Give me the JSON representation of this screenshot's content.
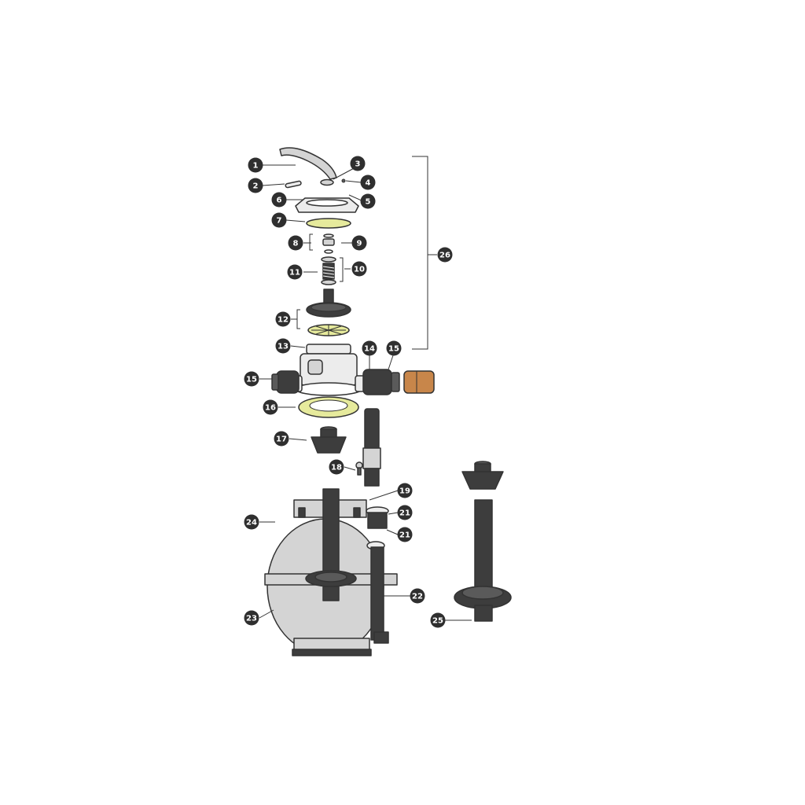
{
  "diagram": {
    "colors": {
      "line": "#333333",
      "dark": "#3d3d3d",
      "mid": "#5a5a5a",
      "light_gray": "#d4d4d4",
      "pale": "#ececec",
      "gasket": "#e6ea9c",
      "union": "#c8864a",
      "callout": "#2f2f2f"
    },
    "callouts": [
      {
        "id": "c1",
        "label": "1"
      },
      {
        "id": "c2",
        "label": "2"
      },
      {
        "id": "c3",
        "label": "3"
      },
      {
        "id": "c4",
        "label": "4"
      },
      {
        "id": "c5",
        "label": "5"
      },
      {
        "id": "c6",
        "label": "6"
      },
      {
        "id": "c7",
        "label": "7"
      },
      {
        "id": "c8",
        "label": "8"
      },
      {
        "id": "c9",
        "label": "9"
      },
      {
        "id": "c10",
        "label": "10"
      },
      {
        "id": "c11",
        "label": "11"
      },
      {
        "id": "c12",
        "label": "12"
      },
      {
        "id": "c13",
        "label": "13"
      },
      {
        "id": "c14",
        "label": "14"
      },
      {
        "id": "c15a",
        "label": "15"
      },
      {
        "id": "c15b",
        "label": "15"
      },
      {
        "id": "c16",
        "label": "16"
      },
      {
        "id": "c17",
        "label": "17"
      },
      {
        "id": "c18",
        "label": "18"
      },
      {
        "id": "c19",
        "label": "19"
      },
      {
        "id": "c21a",
        "label": "21"
      },
      {
        "id": "c21b",
        "label": "21"
      },
      {
        "id": "c22",
        "label": "22"
      },
      {
        "id": "c23",
        "label": "23"
      },
      {
        "id": "c24",
        "label": "24"
      },
      {
        "id": "c25",
        "label": "25"
      },
      {
        "id": "c26",
        "label": "26"
      }
    ]
  }
}
